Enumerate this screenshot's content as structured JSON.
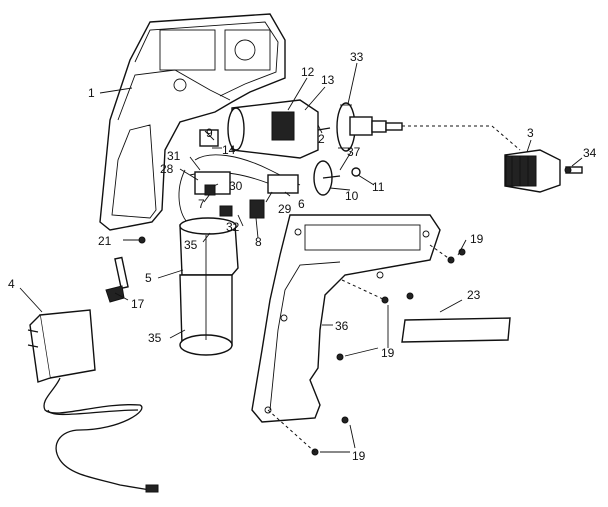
{
  "labels": {
    "l1": "1",
    "l2": "2",
    "l3": "3",
    "l4": "4",
    "l5": "5",
    "l6": "6",
    "l7": "7",
    "l8": "8",
    "l9": "9",
    "l10": "10",
    "l11": "11",
    "l12": "12",
    "l13": "13",
    "l14": "14",
    "l17": "17",
    "l19a": "19",
    "l19b": "19",
    "l19c": "19",
    "l21": "21",
    "l23": "23",
    "l28": "28",
    "l29": "29",
    "l30": "30",
    "l31": "31",
    "l32": "32",
    "l33": "33",
    "l34": "34",
    "l35a": "35",
    "l35b": "35",
    "l36": "36",
    "l37": "37"
  }
}
